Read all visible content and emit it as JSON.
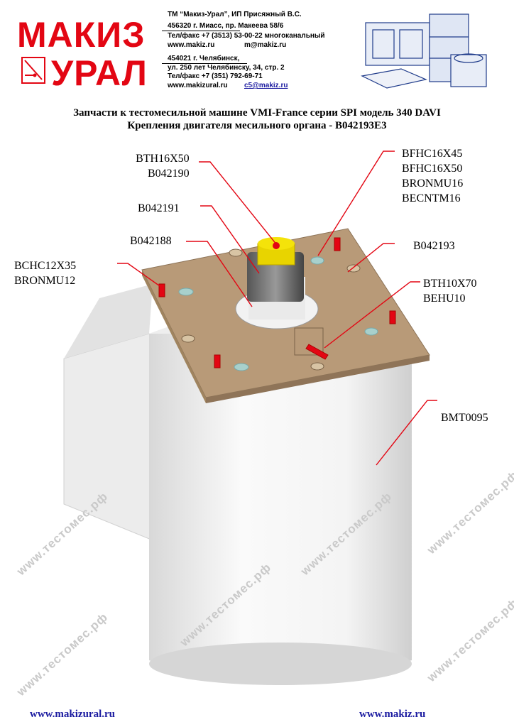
{
  "logo": {
    "line1": "МАКИЗ",
    "line2": "УРАЛ"
  },
  "header": {
    "company": "ТМ “Макиз-Урал”,    ИП Присяжный В.С.",
    "addr1": "456320 г. Миасс, пр. Макеева 58/6",
    "phone1": "Тел/факс +7 (3513) 53-00-22 многоканальный",
    "web1": "www.makiz.ru",
    "email1": "m@makiz.ru",
    "addr2a": "454021 г. Челябинск,",
    "addr2b": "ул. 250 лет Челябинску, 34, стр. 2",
    "phone2": "Тел/факс +7 (351) 792-69-71",
    "web2": "www.makizural.ru",
    "email2": "c5@makiz.ru"
  },
  "title": {
    "line1": "Запчасти к тестомесильной машине VMI-France серии SPI модель 340 DAVI",
    "line2": "Крепления двигателя месильного органа - B042193E3"
  },
  "labels": {
    "bth16": [
      "BTH16X50",
      "B042190"
    ],
    "b042191": "B042191",
    "b042188": "B042188",
    "bchc": [
      "BCHC12X35",
      "BRONMU12"
    ],
    "bfhc": [
      "BFHC16X45",
      "BFHC16X50",
      "BRONMU16",
      "BECNTM16"
    ],
    "b042193": "B042193",
    "bth10": [
      "BTH10X70",
      "BEHU10"
    ],
    "bmt": "BMT0095"
  },
  "footer": {
    "left": "www.makizural.ru",
    "right": "www.makiz.ru"
  },
  "watermark": "www.тестомес.рф",
  "colors": {
    "logo": "#e30613",
    "leader": "#e30613",
    "plate": "#b89a78",
    "footer": "#1a1aa0"
  }
}
